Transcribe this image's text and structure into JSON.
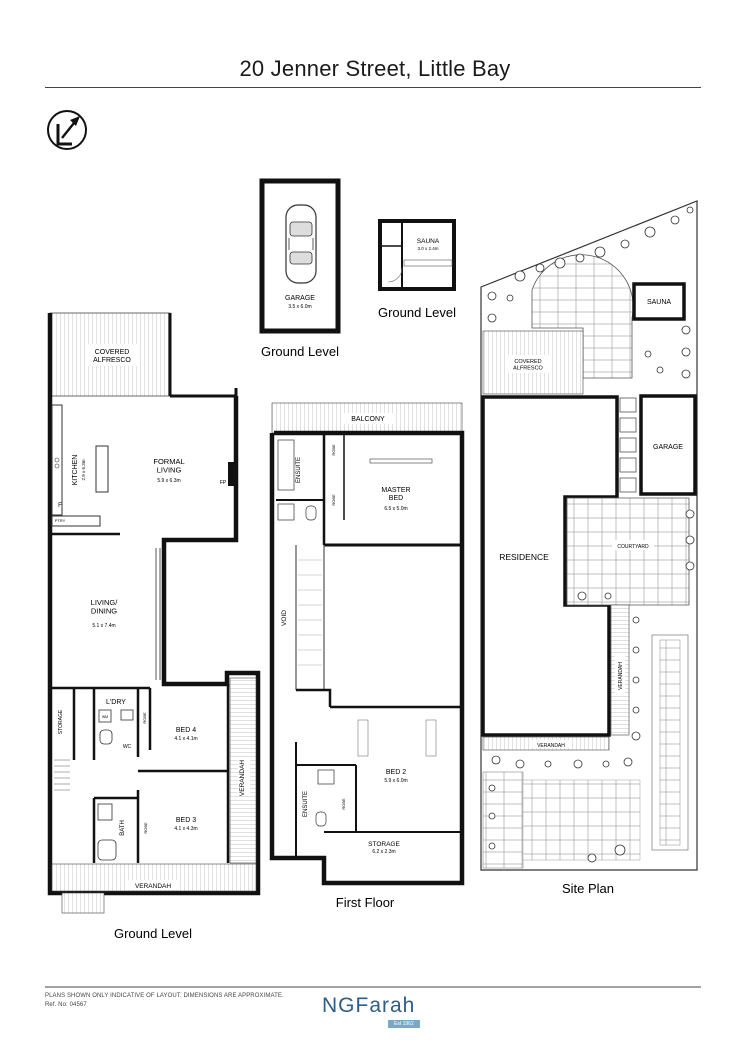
{
  "header": {
    "title": "20 Jenner Street, Little Bay"
  },
  "compass": {
    "icon": "north-arrow-icon"
  },
  "garage_block": {
    "room": "GARAGE",
    "dims": "3.5 x 6.0m",
    "level": "Ground Level"
  },
  "sauna_block": {
    "room": "SAUNA",
    "dims": "3.0 x 2.4m",
    "level": "Ground Level"
  },
  "ground_floor": {
    "level": "Ground Level",
    "rooms": {
      "covered_alfresco": "COVERED\nALFRESCO",
      "kitchen": "KITCHEN",
      "kitchen_dims": "2.9 x 6.3m",
      "formal_living": "FORMAL\nLIVING",
      "formal_living_dims": "5.9 x 6.3m",
      "fp": "FP",
      "f": "F",
      "pty": "PTRY",
      "living_dining": "LIVING/\nDINING",
      "living_dining_dims": "5.1 x 7.4m",
      "storage": "STORAGE",
      "ldry": "L'DRY",
      "wm": "WM",
      "wc": "WC",
      "robe_a": "ROBE",
      "bed4": "BED 4",
      "bed4_dims": "4.1 x 4.1m",
      "bed3": "BED 3",
      "bed3_dims": "4.1 x 4.3m",
      "bath": "BATH",
      "robe_b": "ROBE",
      "verandah_side": "VERANDAH",
      "verandah_front": "VERANDAH"
    }
  },
  "first_floor": {
    "level": "First Floor",
    "rooms": {
      "balcony": "BALCONY",
      "ensuite": "ENSUITE",
      "robe_a": "ROBE",
      "robe_b": "ROBE",
      "master_bed": "MASTER\nBED",
      "master_bed_dims": "6.5 x 5.0m",
      "void": "VOID",
      "bed2": "BED 2",
      "bed2_dims": "5.9 x 6.0m",
      "ensuite2": "ENSUITE",
      "robe_c": "ROBE",
      "storage": "STORAGE",
      "storage_dims": "6.2 x 2.3m"
    }
  },
  "site_plan": {
    "level": "Site Plan",
    "labels": {
      "sauna": "SAUNA",
      "covered_alfresco": "COVERED\nALFRESCO",
      "garage": "GARAGE",
      "residence": "RESIDENCE",
      "courtyard": "COURTYARD",
      "verandah_vertical": "VERANDAH",
      "verandah_horizontal": "VERANDAH"
    }
  },
  "footer": {
    "disclaimer": "PLANS SHOWN ONLY INDICATIVE OF LAYOUT.  DIMENSIONS ARE APPROXIMATE.",
    "ref": "Ref. No: 04567",
    "brand": "NGFarah",
    "brand_tag": "Est 1962"
  }
}
